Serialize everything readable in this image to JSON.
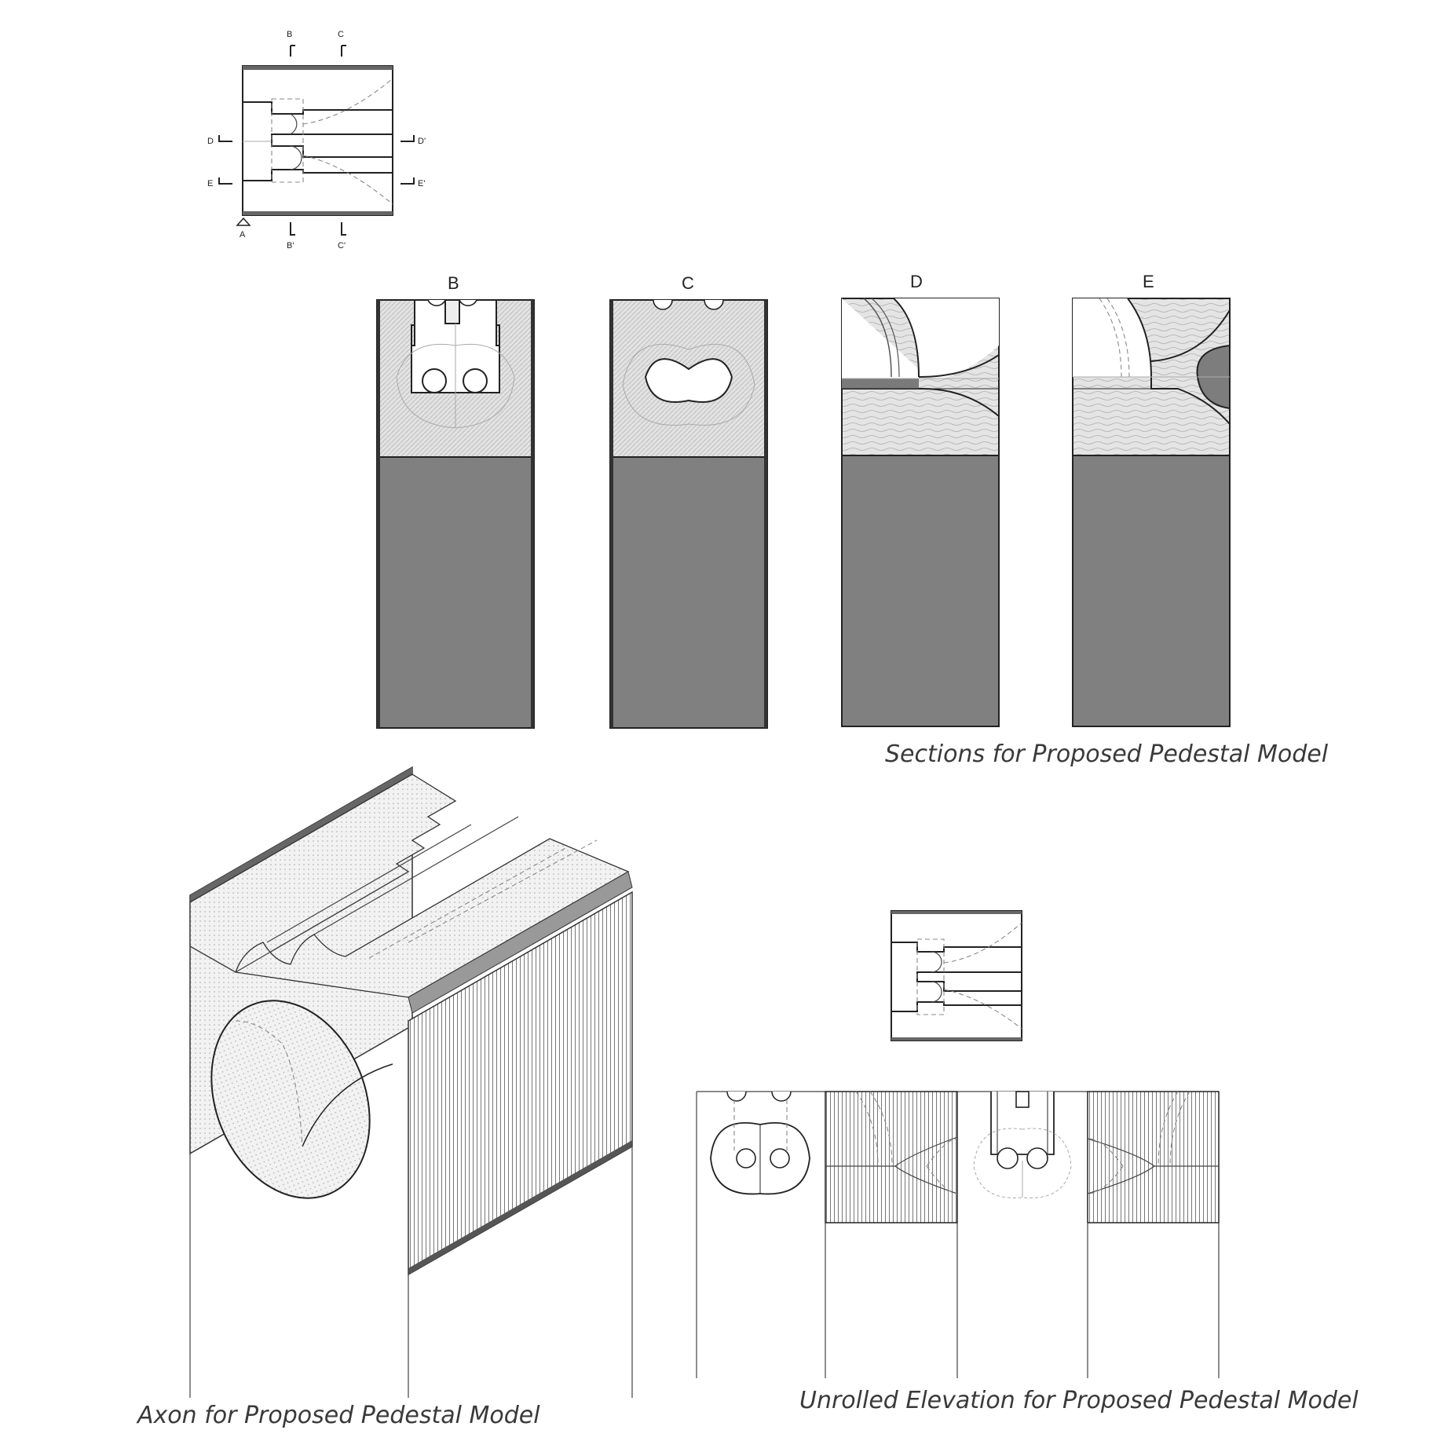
{
  "key_plan": {
    "cut_labels": {
      "b": "B",
      "c": "C",
      "d": "D",
      "e": "E",
      "b_prime": "B'",
      "c_prime": "C'",
      "d_prime": "D'",
      "e_prime": "E'",
      "view": "A"
    }
  },
  "sections": {
    "titles": [
      "B",
      "C",
      "D",
      "E"
    ],
    "caption": "Sections for Proposed Pedestal Model"
  },
  "axon": {
    "caption": "Axon for Proposed Pedestal Model"
  },
  "unrolled": {
    "caption": "Unrolled Elevation for Proposed Pedestal Model"
  },
  "colors": {
    "solid_fill": "#808080",
    "hatch_fill": "#d9d9d9",
    "line": "#222222"
  }
}
